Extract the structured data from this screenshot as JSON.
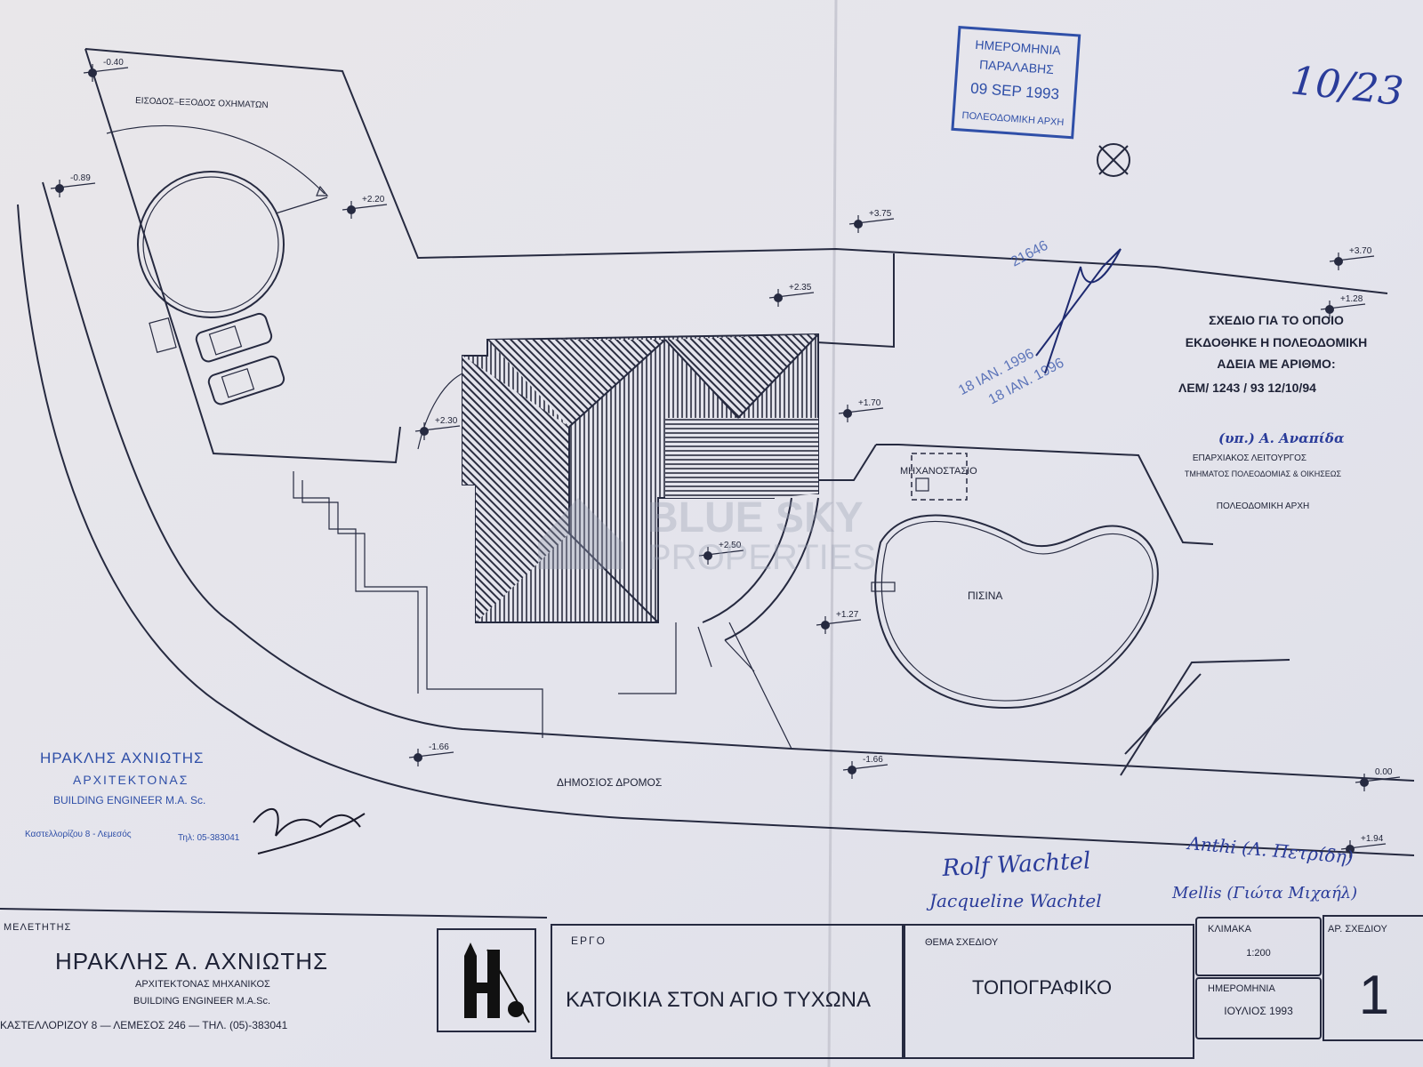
{
  "plan": {
    "vehicle_entrance": "ΕΙΣΟΔΟΣ–ΕΞΟΔΟΣ ΟΧΗΜΑΤΩΝ",
    "machine_room": "ΜΗΧΑΝΟΣΤΑΣΙΟ",
    "pool": "ΠΙΣΙΝΑ",
    "public_road": "ΔΗΜΟΣΙΟΣ ΔΡΟΜΟΣ",
    "levels": [
      "-0.40",
      "-0.89",
      "+2.20",
      "+3.75",
      "+3.70",
      "+2.35",
      "+1.28",
      "+1.70",
      "+2.30",
      "+2.50",
      "+1.27",
      "-1.66",
      "-1.66",
      "0.00",
      "+1.94"
    ]
  },
  "engineer_stamp": {
    "name": "ΗΡΑΚΛΗΣ ΑΧΝΙΩΤΗΣ",
    "title": "ΑΡΧΙΤΕΚΤΟΝΑΣ",
    "title_en": "BUILDING ENGINEER M.A. Sc.",
    "address": "Καστελλορίζου 8 - Λεμεσός",
    "phone": "Τηλ: 05-383041"
  },
  "received_stamp": {
    "line1": "ΗΜΕΡΟΜΗΝΙΑ",
    "line2": "ΠΑΡΑΛΑΒΗΣ",
    "date": "09 SEP 1993",
    "authority": "ΠΟΛΕΟΔΟΜΙΚΗ ΑΡΧΗ"
  },
  "sheet_mark": "10/23",
  "permit_stamp": {
    "line1": "ΣΧΕΔΙΟ ΓΙΑ ΤΟ ΟΠΟΙΟ",
    "line2": "ΕΚΔΟΘΗΚΕ Η ΠΟΛΕΟΔΟΜΙΚΗ",
    "line3": "ΑΔΕΙΑ ΜΕ ΑΡΙΘΜΟ:",
    "number": "ΛΕΜ/ 1243 / 93   12/10/94",
    "signatory": "(υπ.) Α. Αναπίδα",
    "role1": "ΕΠΑΡΧΙΑΚΟΣ ΛΕΙΤΟΥΡΓΟΣ",
    "role2": "ΤΜΗΜΑΤΟΣ ΠΟΛΕΟΔΟΜΙΑΣ & ΟΙΚΗΣΕΩΣ",
    "role3": "ΠΟΛΕΟΔΟΜΙΚΗ ΑΡΧΗ"
  },
  "blue_stamp": {
    "number": "21646",
    "date1": "18 ΙΑΝ. 1996",
    "date2": "18 ΙΑΝ. 1996"
  },
  "watermark": {
    "brand": "BLUE SKY",
    "sub": "PROPERTIES"
  },
  "title_block": {
    "designer_label": "ΜΕΛΕΤΗΤΗΣ",
    "designer_name": "ΗΡΑΚΛΗΣ Α. ΑΧΝΙΩΤΗΣ",
    "designer_title": "ΑΡΧΙΤΕΚΤΟΝΑΣ ΜΗΧΑΝΙΚΟΣ",
    "designer_title_en": "BUILDING ENGINEER M.A.Sc.",
    "designer_address": "ΚΑΣΤΕΛΛΟΡΙΖΟΥ 8 — ΛΕΜΕΣΟΣ 246 — ΤΗΛ. (05)-383041",
    "project_label": "ΕΡΓΟ",
    "project": "ΚΑΤΟΙΚΙΑ ΣΤΟΝ ΑΓΙΟ ΤΥΧΩΝΑ",
    "subject_label": "ΘΕΜΑ ΣΧΕΔΙΟΥ",
    "subject": "ΤΟΠΟΓΡΑΦΙΚΟ",
    "scale_label": "ΚΛΙΜΑΚΑ",
    "scale": "1:200",
    "date_label": "ΗΜΕΡΟΜΗΝΙΑ",
    "date": "ΙΟΥΛΙΟΣ 1993",
    "drawing_no_label": "ΑΡ. ΣΧΕΔΙΟΥ",
    "drawing_no": "1"
  },
  "signatures": {
    "owner1": "Rolf Wachtel",
    "owner2": "Jacqueline Wachtel",
    "witness1": "Anthi (Λ. Πετρίδη)",
    "witness2": "Mellis (Γιώτα Μιχαήλ)"
  }
}
